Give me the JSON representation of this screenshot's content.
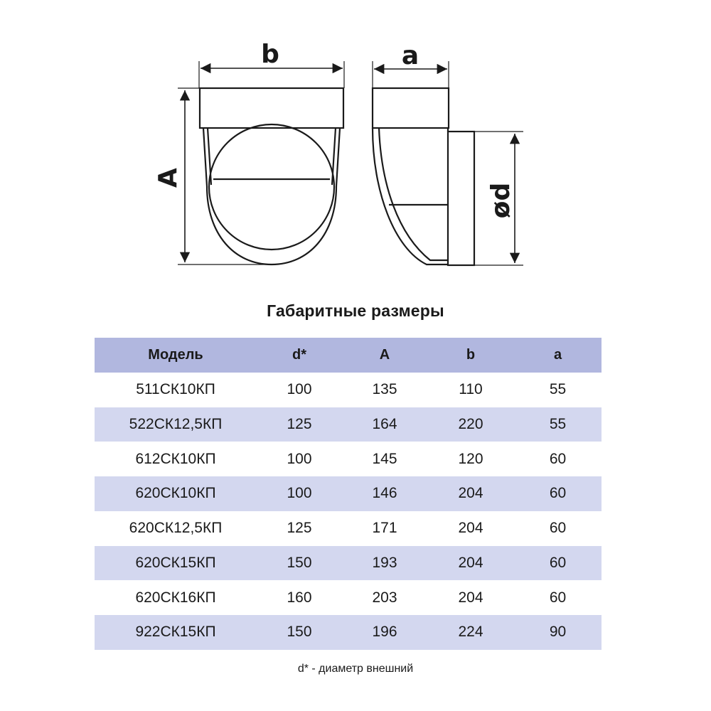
{
  "drawing": {
    "label_b": "b",
    "label_a": "a",
    "label_A": "A",
    "label_d": "ød"
  },
  "title": "Габаритные размеры",
  "table": {
    "headers": [
      "Модель",
      "d*",
      "A",
      "b",
      "a"
    ],
    "rows": [
      [
        "511СК10КП",
        "100",
        "135",
        "110",
        "55"
      ],
      [
        "522СК12,5КП",
        "125",
        "164",
        "220",
        "55"
      ],
      [
        "612СК10КП",
        "100",
        "145",
        "120",
        "60"
      ],
      [
        "620СК10КП",
        "100",
        "146",
        "204",
        "60"
      ],
      [
        "620СК12,5КП",
        "125",
        "171",
        "204",
        "60"
      ],
      [
        "620СК15КП",
        "150",
        "193",
        "204",
        "60"
      ],
      [
        "620СК16КП",
        "160",
        "203",
        "204",
        "60"
      ],
      [
        "922СК15КП",
        "150",
        "196",
        "224",
        "90"
      ]
    ]
  },
  "footnote": "d* - диаметр внешний",
  "colors": {
    "header_bg": "#b1b7df",
    "stripe_bg": "#d3d7ef",
    "line": "#1a1a1a"
  }
}
